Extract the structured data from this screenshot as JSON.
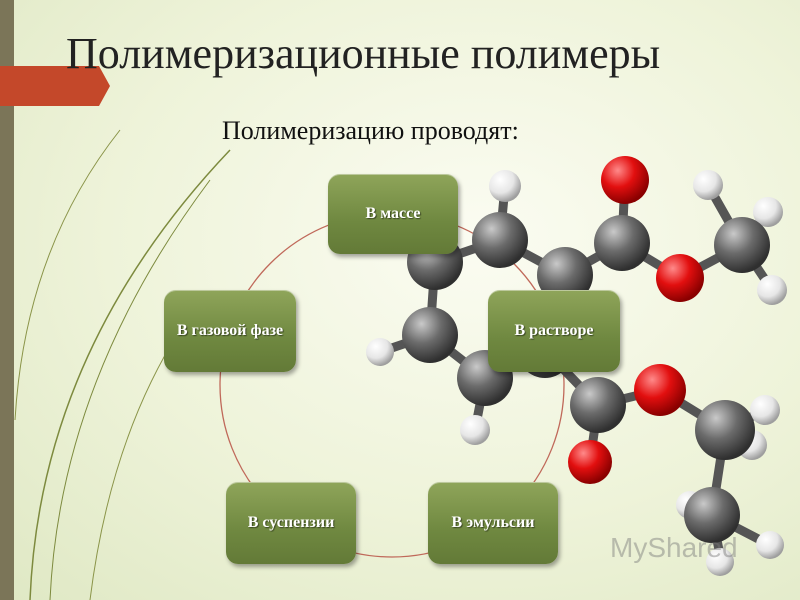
{
  "slide": {
    "title": "Полимеризационные полимеры",
    "subtitle": "Полимеризацию проводят:"
  },
  "methods": [
    {
      "label": "В массе"
    },
    {
      "label": "В растворе"
    },
    {
      "label": "В эмульсии"
    },
    {
      "label": "В суспензии"
    },
    {
      "label": "В газовой фазе"
    }
  ],
  "watermark": "MyShared",
  "colors": {
    "node": "#6f8840",
    "accent": "#c4482a",
    "cycle": "#c0695a"
  }
}
